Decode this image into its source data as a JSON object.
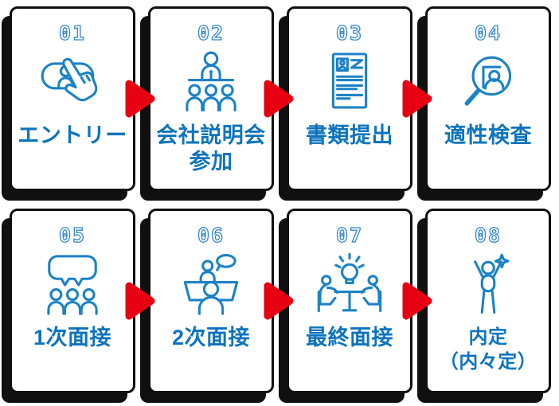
{
  "diagram": {
    "type": "process-flow",
    "rows": 2,
    "steps_per_row": 4,
    "direction": "left-to-right"
  },
  "colors": {
    "page_bg": "#ffffff",
    "card_bg": "#ffffff",
    "outline_black": "#101010",
    "label_blue": "#0d74bd",
    "icon_blue": "#1c82c6",
    "number_blue": "#3487c6",
    "arrow_red": "#e60012"
  },
  "arrow": {
    "shape": "right-pointing-triangle",
    "color": "#e60012"
  },
  "steps": [
    {
      "number": "01",
      "label_lines": [
        "エントリー"
      ],
      "icon": "entry-click-icon"
    },
    {
      "number": "02",
      "label_lines": [
        "会社説明会",
        "参加"
      ],
      "icon": "company-seminar-icon"
    },
    {
      "number": "03",
      "label_lines": [
        "書類提出"
      ],
      "icon": "document-submission-icon"
    },
    {
      "number": "04",
      "label_lines": [
        "適性検査"
      ],
      "icon": "aptitude-test-icon"
    },
    {
      "number": "05",
      "label_lines": [
        "1次面接"
      ],
      "icon": "first-interview-icon"
    },
    {
      "number": "06",
      "label_lines": [
        "2次面接"
      ],
      "icon": "second-interview-icon"
    },
    {
      "number": "07",
      "label_lines": [
        "最終面接"
      ],
      "icon": "final-interview-icon"
    },
    {
      "number": "08",
      "label_lines": [
        "内定",
        "（内々定）"
      ],
      "icon": "job-offer-icon"
    }
  ]
}
